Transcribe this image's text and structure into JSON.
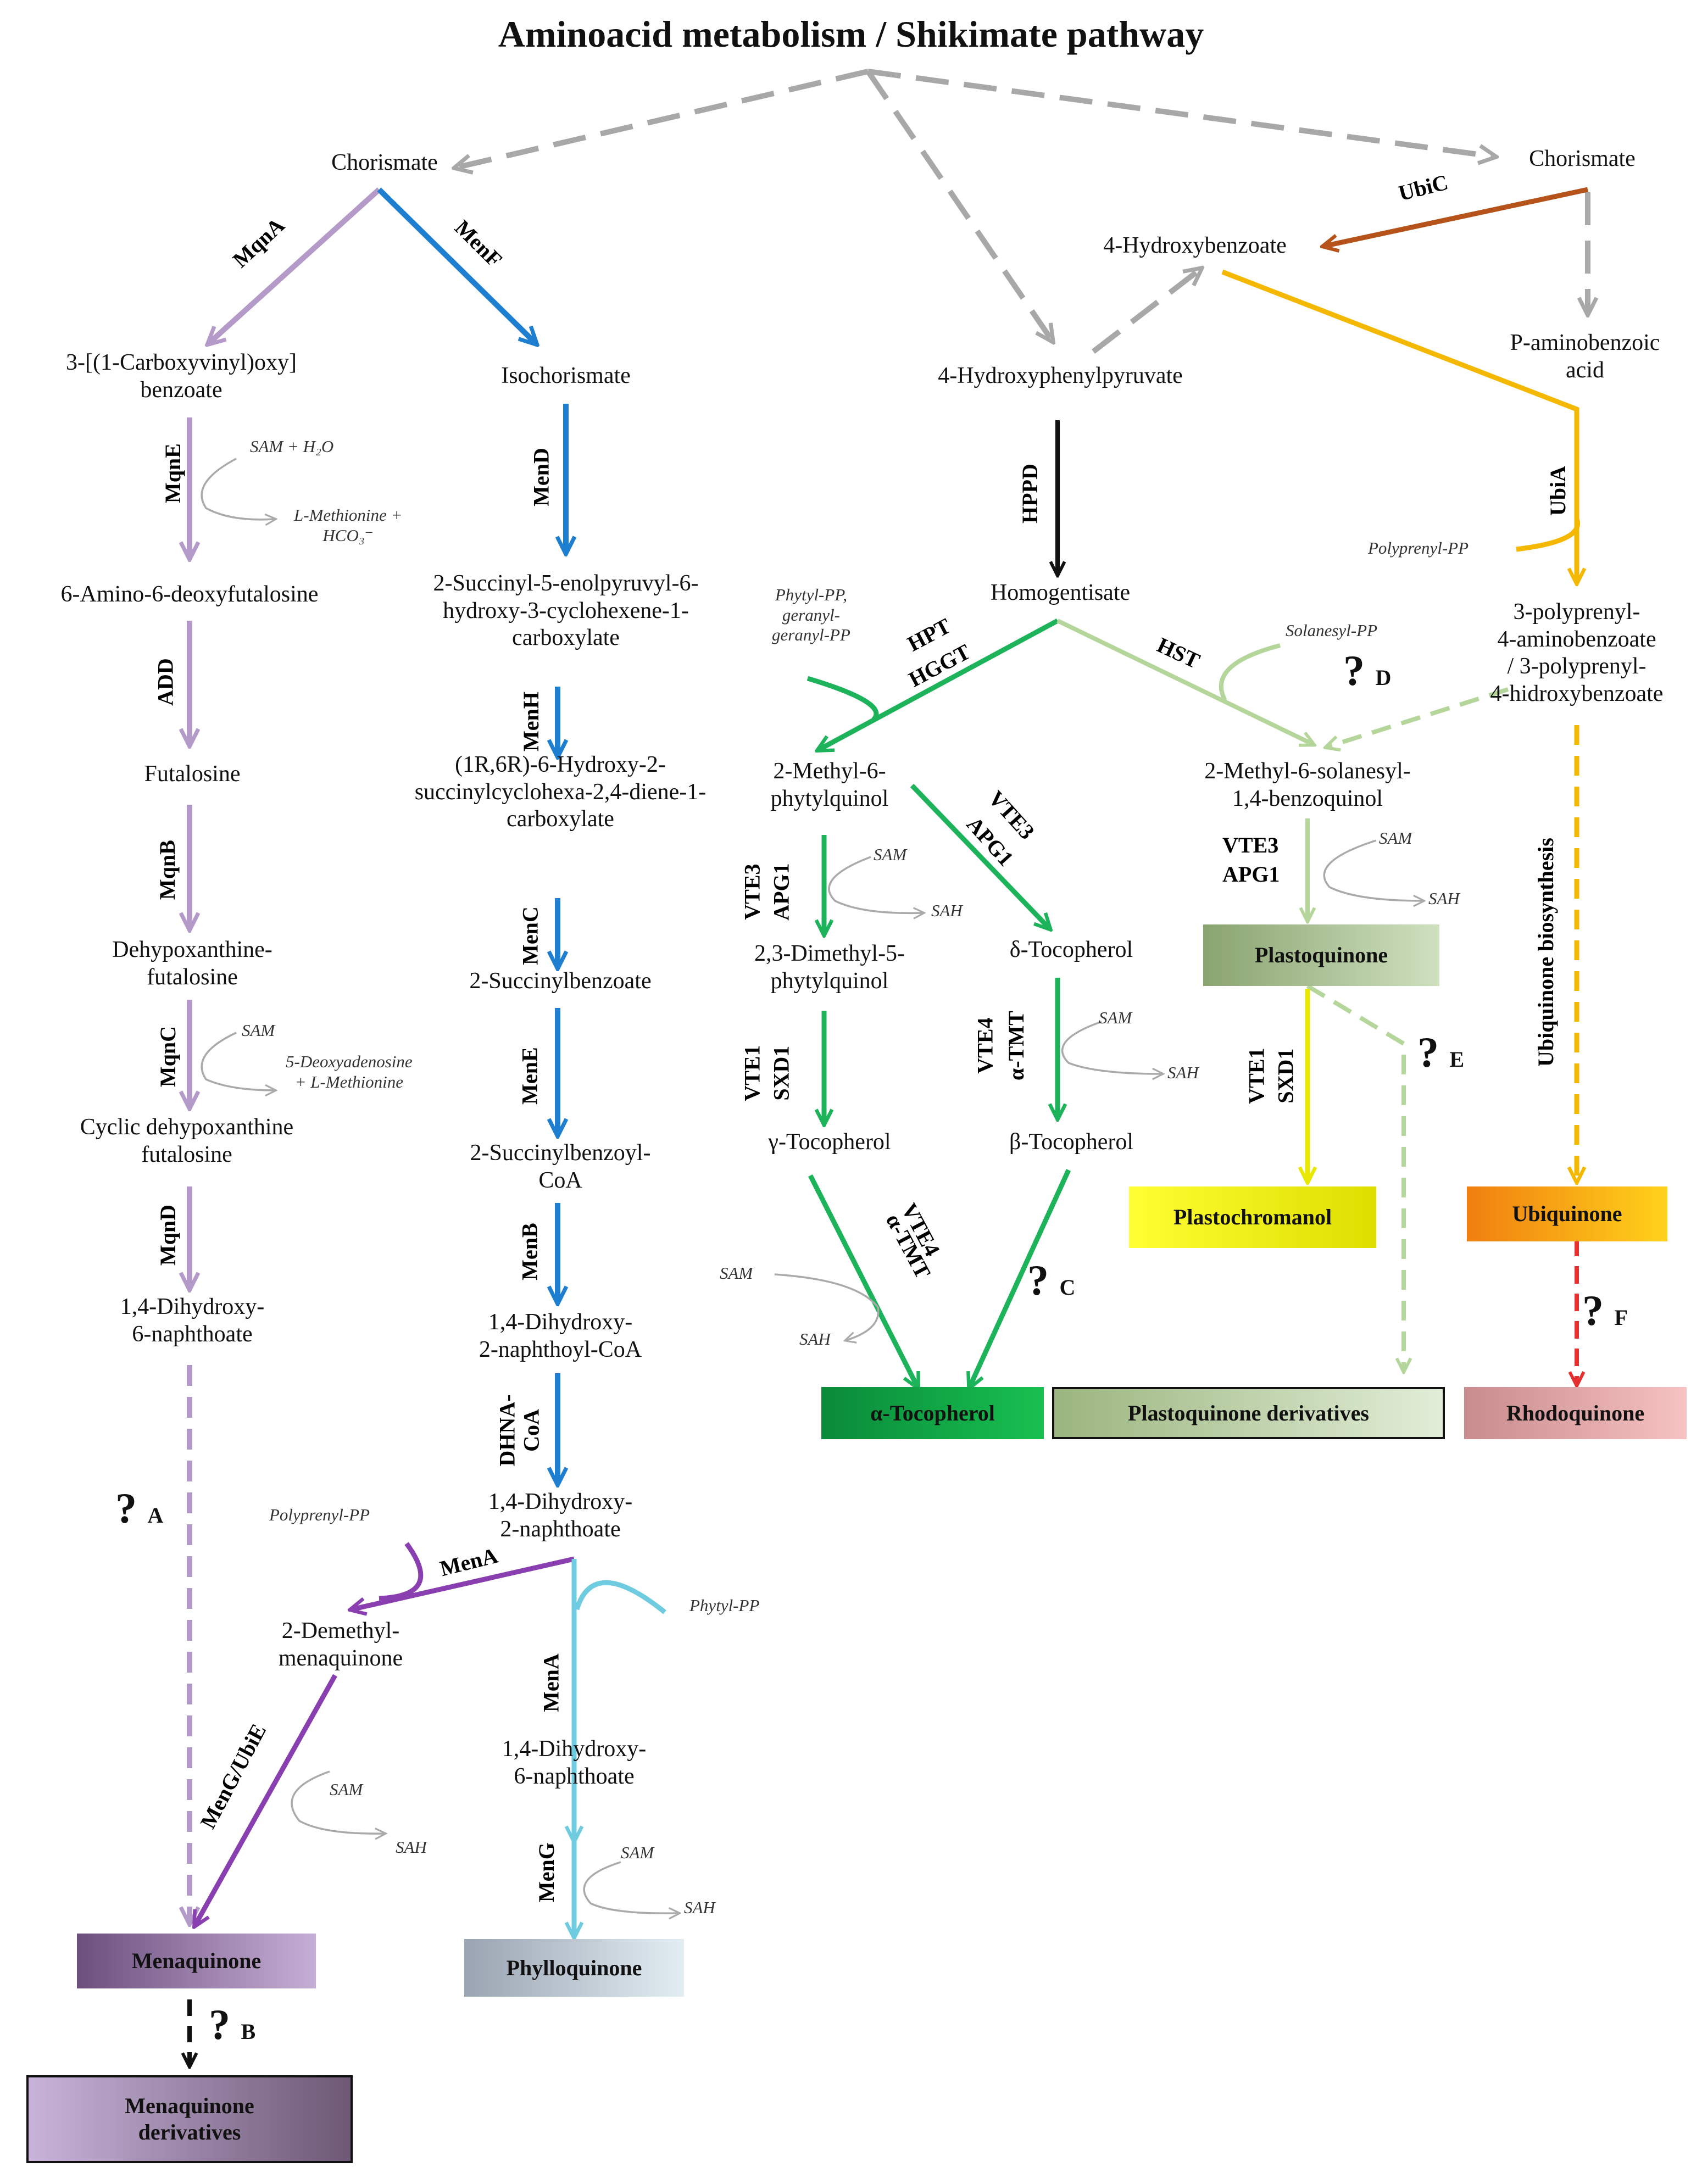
{
  "title": "Aminoacid metabolism / Shikimate pathway",
  "molecules": {
    "chorismate_left": "Chorismate",
    "chorismate_right": "Chorismate",
    "carboxyvinyl_l1": "3-[(1-Carboxyvinyl)oxy]",
    "carboxyvinyl_l2": "benzoate",
    "isochorismate": "Isochorismate",
    "hydroxyphenylpyruvate": "4-Hydroxyphenylpyruvate",
    "hydroxybenzoate": "4-Hydroxybenzoate",
    "paba_l1": "P-aminobenzoic",
    "paba_l2": "acid",
    "amino_deoxyfutalosine": "6-Amino-6-deoxyfutalosine",
    "sephchc_l1": "2-Succinyl-5-enolpyruvyl-6-",
    "sephchc_l2": "hydroxy-3-cyclohexene-1-",
    "sephchc_l3": "carboxylate",
    "homogentisate": "Homogentisate",
    "polyprenyl_benzoate_l1": "3-polyprenyl-",
    "polyprenyl_benzoate_l2": "4-aminobenzoate",
    "polyprenyl_benzoate_l3": "/ 3-polyprenyl-",
    "polyprenyl_benzoate_l4": "4-hidroxybenzoate",
    "futalosine": "Futalosine",
    "shchc_l1": "(1R,6R)-6-Hydroxy-2-",
    "shchc_l2": "succinylcyclohexa-2,4-diene-1-",
    "shchc_l3": "carboxylate",
    "methyl_phytylquinol_l1": "2-Methyl-6-",
    "methyl_phytylquinol_l2": "phytylquinol",
    "methyl_solanesyl_l1": "2-Methyl-6-solanesyl-",
    "methyl_solanesyl_l2": "1,4-benzoquinol",
    "dehypoxanthine_l1": "Dehypoxanthine-",
    "dehypoxanthine_l2": "futalosine",
    "succinylbenzoate": "2-Succinylbenzoate",
    "dimethyl_phytylquinol_l1": "2,3-Dimethyl-5-",
    "dimethyl_phytylquinol_l2": "phytylquinol",
    "delta_tocopherol": "δ-Tocopherol",
    "cyclic_dehypoxanthine_l1": "Cyclic dehypoxanthine",
    "cyclic_dehypoxanthine_l2": "futalosine",
    "succinylbenzoyl_coa_l1": "2-Succinylbenzoyl-",
    "succinylbenzoyl_coa_l2": "CoA",
    "gamma_tocopherol": "γ-Tocopherol",
    "beta_tocopherol": "β-Tocopherol",
    "dhna6_left_l1": "1,4-Dihydroxy-",
    "dhna6_left_l2": "6-naphthoate",
    "dhna_coa_l1": "1,4-Dihydroxy-",
    "dhna_coa_l2": "2-naphthoyl-CoA",
    "dhna2_l1": "1,4-Dihydroxy-",
    "dhna2_l2": "2-naphthoate",
    "demethyl_mq_l1": "2-Demethyl-",
    "demethyl_mq_l2": "menaquinone",
    "dhna6_right_l1": "1,4-Dihydroxy-",
    "dhna6_right_l2": "6-naphthoate"
  },
  "enzymes": {
    "mqna": "MqnA",
    "menf": "MenF",
    "ubic": "UbiC",
    "mqne": "MqnE",
    "mend": "MenD",
    "hppd": "HPPD",
    "ubia": "UbiA",
    "add": "ADD",
    "menh": "MenH",
    "hpt": "HPT",
    "hggt": "HGGT",
    "hst": "HST",
    "mqnb": "MqnB",
    "menc": "MenC",
    "vte3_a": "VTE3",
    "apg1_a": "APG1",
    "vte3_b": "VTE3",
    "apg1_b": "APG1",
    "vte3_c": "VTE3",
    "apg1_c": "APG1",
    "mqnc": "MqnC",
    "mene": "MenE",
    "vte1_a": "VTE1",
    "sxd1_a": "SXD1",
    "vte4_a": "VTE4",
    "atmt_a": "α-TMT",
    "vte1_b": "VTE1",
    "sxd1_b": "SXD1",
    "mqnd": "MqnD",
    "menb": "MenB",
    "vte4_b": "VTE4",
    "atmt_b": "α-TMT",
    "dhna_coa_enz_l1": "DHNA-",
    "dhna_coa_enz_l2": "CoA",
    "mena_left": "MenA",
    "mena_right": "MenA",
    "meng_ubie": "MenG/UbiE",
    "meng": "MenG",
    "ubiquinone_biosynthesis": "Ubiquinone biosynthesis"
  },
  "cofactors": {
    "sam_h2o": "SAM + H₂O",
    "met_hco3_l1": "L-Methionine +",
    "met_hco3_l2": "HCO₃⁻",
    "phytyl_ggpp_l1": "Phytyl-PP,",
    "phytyl_ggpp_l2": "geranyl-",
    "phytyl_ggpp_l3": "geranyl-PP",
    "polyprenyl_pp_right": "Polyprenyl-PP",
    "solanesyl_pp": "Solanesyl-PP",
    "sam_1": "SAM",
    "sah_1": "SAH",
    "sam_2": "SAM",
    "sah_2": "SAH",
    "sam_3": "SAM",
    "deoxyadenosine_l1": "5-Deoxyadenosine",
    "deoxyadenosine_l2": "+ L-Methionine",
    "sam_4": "SAM",
    "sah_4": "SAH",
    "sam_5": "SAM",
    "sah_5": "SAH",
    "polyprenyl_pp_left": "Polyprenyl-PP",
    "phytyl_pp": "Phytyl-PP",
    "sam_6": "SAM",
    "sah_6": "SAH",
    "sam_7": "SAM",
    "sah_7": "SAH"
  },
  "unknowns": {
    "a": {
      "mark": "?",
      "letter": "A"
    },
    "b": {
      "mark": "?",
      "letter": "B"
    },
    "c": {
      "mark": "?",
      "letter": "C"
    },
    "d": {
      "mark": "?",
      "letter": "D"
    },
    "e": {
      "mark": "?",
      "letter": "E"
    },
    "f": {
      "mark": "?",
      "letter": "F"
    }
  },
  "products": {
    "plastoquinone": "Plastoquinone",
    "plastochromanol": "Plastochromanol",
    "ubiquinone": "Ubiquinone",
    "alpha_tocopherol": "α-Tocopherol",
    "plastoquinone_derivatives": "Plastoquinone derivatives",
    "rhodoquinone": "Rhodoquinone",
    "menaquinone": "Menaquinone",
    "phylloquinone": "Phylloquinone",
    "menaquinone_derivatives_l1": "Menaquinone",
    "menaquinone_derivatives_l2": "derivatives"
  },
  "colors": {
    "futalosine_pathway": "#b49ac8",
    "menaquinone_blue": "#1e7fd0",
    "phylloquinone_cyan": "#6ecbe0",
    "menaquinone_purple": "#8a3fb0",
    "tocopherol_green": "#1db35a",
    "plastoquinone_light": "#b5d69a",
    "ubiquinone_orange": "#f5b800",
    "ubic_brown": "#b5531b",
    "plastochromanol_yellow": "#e8e800",
    "rhodoquinone_red": "#e53030",
    "precursor_gray": "#a8a8a8"
  }
}
